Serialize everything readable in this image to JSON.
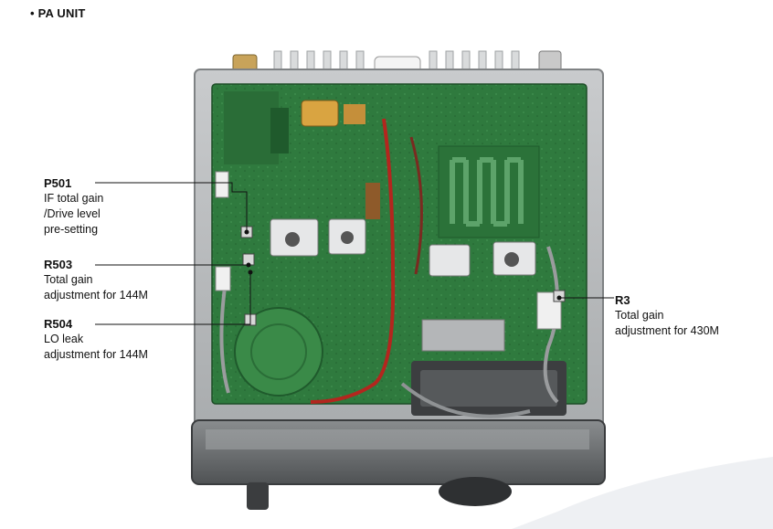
{
  "section": {
    "title": "• PA UNIT"
  },
  "callouts": [
    {
      "ref": "P501",
      "lines": [
        "IF total gain",
        "/Drive level",
        "pre-setting"
      ]
    },
    {
      "ref": "R503",
      "lines": [
        "Total gain",
        "adjustment for 144M"
      ]
    },
    {
      "ref": "R504",
      "lines": [
        "LO leak",
        "adjustment for 144M"
      ]
    },
    {
      "ref": "R3",
      "lines": [
        "Total gain",
        "adjustment for 430M"
      ]
    }
  ],
  "colors": {
    "pcb_green": "#2f7a3e",
    "chassis_gray": "#b9bcbe",
    "front_panel": "#6b6e70",
    "heatsink": "#d7d9da",
    "cable_red": "#b3261e"
  }
}
